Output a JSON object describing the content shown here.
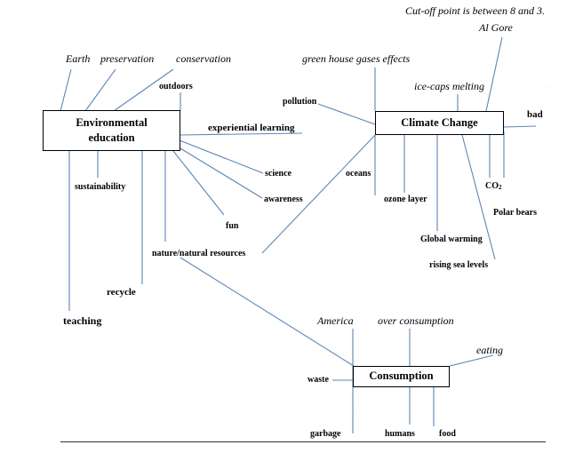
{
  "note": "Cut-off point is between 8 and 3.",
  "nodes": {
    "environmental_education": {
      "line1": "Environmental",
      "line2": "education"
    },
    "climate_change": "Climate Change",
    "consumption": "Consumption"
  },
  "environmental_education_links": {
    "earth": "Earth",
    "preservation": "preservation",
    "conservation": "conservation",
    "outdoors": "outdoors",
    "experiential_learning": "experiential learning",
    "science": "science",
    "awareness": "awareness",
    "fun": "fun",
    "sustainability": "sustainability",
    "nature": "nature/natural resources",
    "recycle": "recycle",
    "teaching": "teaching"
  },
  "climate_change_links": {
    "greenhouse": "green house gases effects",
    "al_gore": "Al Gore",
    "ice_caps": "ice-caps melting",
    "pollution": "pollution",
    "bad": "bad",
    "oceans": "oceans",
    "ozone": "ozone layer",
    "co2": {
      "base": "CO",
      "sub": "2"
    },
    "polar_bears": "Polar bears",
    "global_warming": "Global warming",
    "sea_levels": "rising sea levels"
  },
  "consumption_links": {
    "america": "America",
    "over_consumption": "over consumption",
    "eating": "eating",
    "waste": "waste",
    "garbage": "garbage",
    "humans": "humans",
    "food": "food"
  }
}
